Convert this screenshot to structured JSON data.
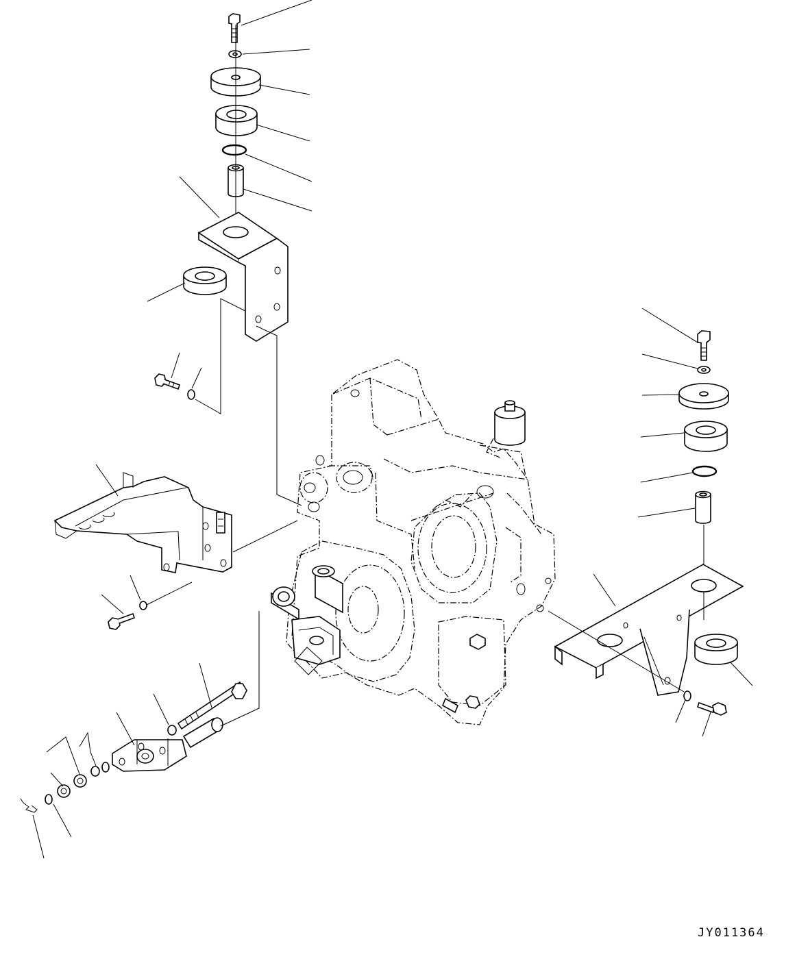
{
  "drawing": {
    "code": "JY011364",
    "line_color": "#000000",
    "background": "#ffffff"
  },
  "parts": [
    {
      "name": "top-bolt",
      "icon": "bolt-icon"
    },
    {
      "name": "top-washer",
      "icon": "washer-icon"
    },
    {
      "name": "top-plate-washer",
      "icon": "washer-icon"
    },
    {
      "name": "top-mount-cushion",
      "icon": "cushion-icon"
    },
    {
      "name": "top-o-ring",
      "icon": "o-ring-icon"
    },
    {
      "name": "top-collar",
      "icon": "collar-icon"
    },
    {
      "name": "left-mount-bracket",
      "icon": "bracket-icon"
    },
    {
      "name": "left-lower-cushion",
      "icon": "cushion-icon"
    },
    {
      "name": "right-bolt",
      "icon": "bolt-icon"
    },
    {
      "name": "right-washer",
      "icon": "washer-icon"
    },
    {
      "name": "right-plate-washer",
      "icon": "washer-icon"
    },
    {
      "name": "right-mount-cushion",
      "icon": "cushion-icon"
    },
    {
      "name": "right-o-ring",
      "icon": "o-ring-icon"
    },
    {
      "name": "right-collar",
      "icon": "collar-icon"
    },
    {
      "name": "right-mount-bracket",
      "icon": "bracket-icon"
    },
    {
      "name": "right-lower-cushion",
      "icon": "cushion-icon"
    },
    {
      "name": "transmission-case",
      "icon": "housing-icon"
    },
    {
      "name": "side-bracket",
      "icon": "bracket-icon"
    },
    {
      "name": "link-assembly",
      "icon": "link-icon"
    }
  ]
}
